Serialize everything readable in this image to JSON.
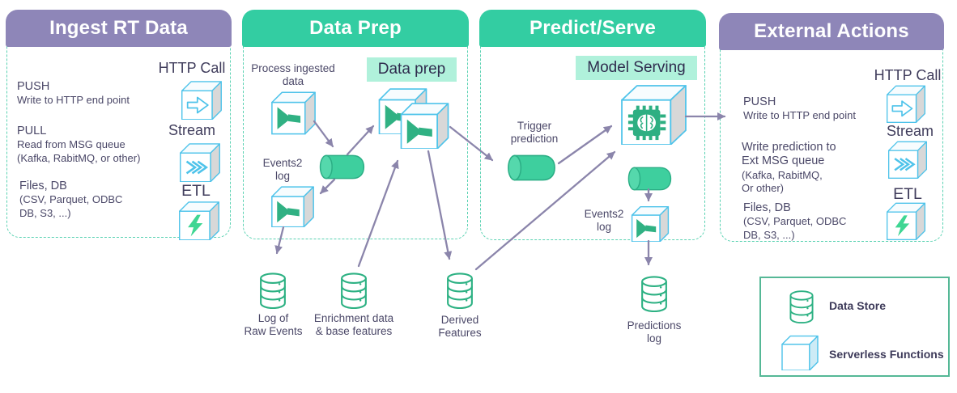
{
  "panels": {
    "ingest": {
      "title": "Ingest RT Data",
      "push_title": "PUSH",
      "push_desc": "Write to HTTP end point",
      "pull_title": "PULL",
      "pull_desc": "Read from MSG queue\n(Kafka, RabitMQ, or other)",
      "files_title": "Files, DB",
      "files_desc": "(CSV, Parquet, ODBC\nDB, S3, ...)",
      "http_label": "HTTP Call",
      "stream_label": "Stream",
      "etl_label": "ETL"
    },
    "data_prep": {
      "title": "Data Prep",
      "process_label": "Process ingested\ndata",
      "highlight_label": "Data prep",
      "events_label": "Events2\nlog"
    },
    "predict": {
      "title": "Predict/Serve",
      "highlight_label": "Model Serving",
      "trigger_label": "Trigger\nprediction",
      "events_label": "Events2\nlog"
    },
    "external": {
      "title": "External Actions",
      "push_title": "PUSH",
      "push_desc": "Write to HTTP end point",
      "write_title": "Write prediction to\nExt MSG queue",
      "write_desc": "(Kafka, RabitMQ,\nOr other)",
      "files_title": "Files, DB",
      "files_desc": "(CSV, Parquet, ODBC\nDB, S3, ...)",
      "http_label": "HTTP Call",
      "stream_label": "Stream",
      "etl_label": "ETL"
    }
  },
  "stores": {
    "raw_events": "Log of\nRaw Events",
    "enrichment": "Enrichment data\n& base features",
    "derived": "Derived\nFeatures",
    "predictions": "Predictions\nlog"
  },
  "legend": {
    "data_store_label": "Data Store",
    "serverless_label": "Serverless Functions"
  },
  "icons": {
    "serverless_cube": "3d-cube",
    "function_glyph": "funnel",
    "http_glyph": "outline-arrow-right",
    "stream_glyph": "triple-chevron-right",
    "etl_glyph": "lightning-bolt",
    "model_glyph": "ai-chip-with-brain",
    "queue_glyph": "pipe-cylinder",
    "data_store_glyph": "database-cylinder"
  },
  "colors": {
    "purple_header": "#8E86B8",
    "teal_header": "#33CDA2",
    "mint_highlight": "#B0F1DB",
    "panel_dash": "#5AD2B2",
    "arrow": "#8B85AB",
    "cube_stroke": "#4EC3EA",
    "cube_side": "#D8D8D8",
    "function_green": "#30B183",
    "cylinder_green": "#3ECF9E",
    "store_green": "#2DB183",
    "text": "#4B4868"
  }
}
